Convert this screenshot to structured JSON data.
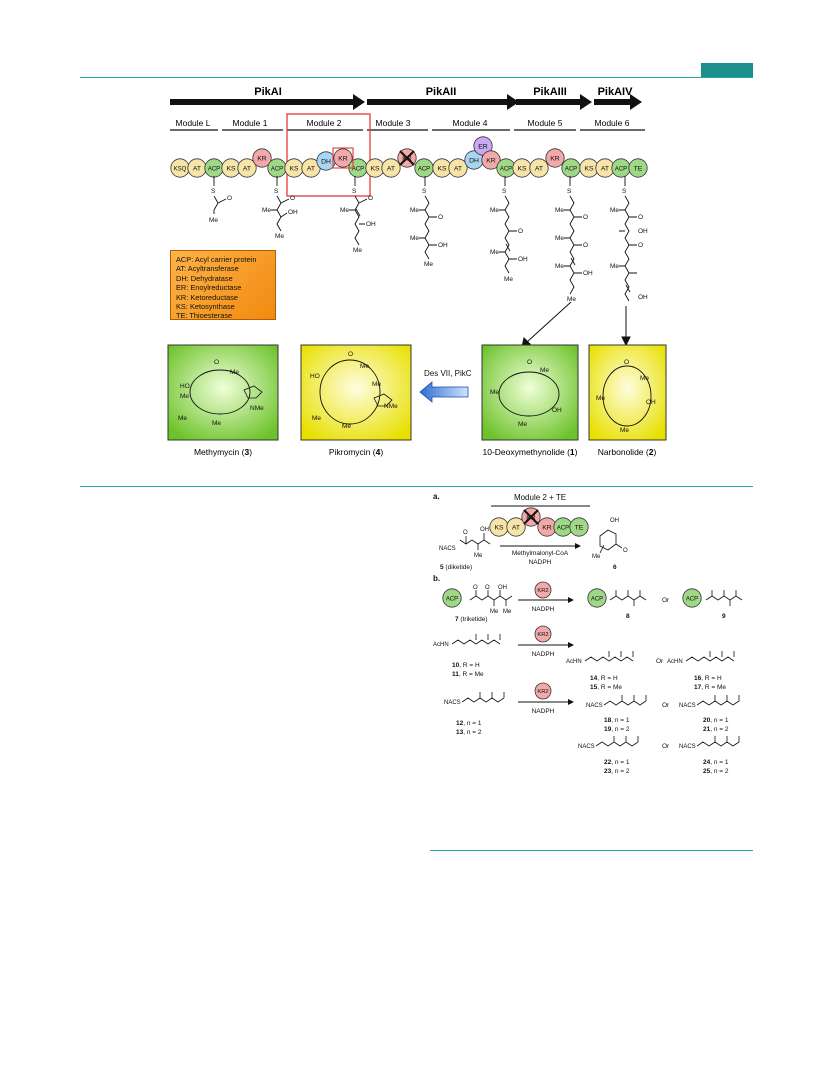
{
  "colors": {
    "accent": "#2aa5a2",
    "tab": "#1c8f8c",
    "ks": "#f6e4a8",
    "at": "#f6e4a8",
    "acp": "#9fd887",
    "kr": "#f3a9a9",
    "dh": "#a9d5f3",
    "er": "#c9a9f3",
    "te": "#9fd887",
    "highlight": "#e23a3a"
  },
  "figure1": {
    "proteins": [
      "PikAI",
      "PikAII",
      "PikAIII",
      "PikAIV"
    ],
    "modules": [
      "Module L",
      "Module 1",
      "Module 2",
      "Module 3",
      "Module 4",
      "Module 5",
      "Module 6"
    ],
    "domains": [
      {
        "label": "KSQ",
        "kind": "ks"
      },
      {
        "label": "AT",
        "kind": "at"
      },
      {
        "label": "ACP",
        "kind": "acp"
      },
      {
        "label": "KS",
        "kind": "ks"
      },
      {
        "label": "AT",
        "kind": "at"
      },
      {
        "label": "KR",
        "kind": "kr"
      },
      {
        "label": "ACP",
        "kind": "acp"
      },
      {
        "label": "KS",
        "kind": "ks"
      },
      {
        "label": "AT",
        "kind": "at"
      },
      {
        "label": "DH",
        "kind": "dh"
      },
      {
        "label": "KR",
        "kind": "kr"
      },
      {
        "label": "ACP",
        "kind": "acp"
      },
      {
        "label": "KS",
        "kind": "ks"
      },
      {
        "label": "AT",
        "kind": "at"
      },
      {
        "label": "KR",
        "kind": "kr"
      },
      {
        "label": "ACP",
        "kind": "acp"
      },
      {
        "label": "KS",
        "kind": "ks"
      },
      {
        "label": "AT",
        "kind": "at"
      },
      {
        "label": "DH",
        "kind": "dh"
      },
      {
        "label": "ER",
        "kind": "er"
      },
      {
        "label": "KR",
        "kind": "kr"
      },
      {
        "label": "ACP",
        "kind": "acp"
      },
      {
        "label": "KS",
        "kind": "ks"
      },
      {
        "label": "AT",
        "kind": "at"
      },
      {
        "label": "KR",
        "kind": "kr"
      },
      {
        "label": "ACP",
        "kind": "acp"
      },
      {
        "label": "KS",
        "kind": "ks"
      },
      {
        "label": "AT",
        "kind": "at"
      },
      {
        "label": "ACP",
        "kind": "acp"
      },
      {
        "label": "TE",
        "kind": "te"
      }
    ],
    "legend": [
      "ACP: Acyl carrier protein",
      "AT: Acyltransferase",
      "DH: Dehydratase",
      "ER: Enoylreductase",
      "KR: Ketoreductase",
      "KS: Ketosynthase",
      "TE: Thioesterase"
    ],
    "chain_labels": {
      "me": "Me",
      "oh": "OH",
      "o": "O",
      "s": "S"
    },
    "conversion_label": "Des VII, PikC",
    "products": [
      {
        "name": "Methymycin",
        "num": "3"
      },
      {
        "name": "Pikromycin",
        "num": "4"
      },
      {
        "name": "10-Deoxymethynolide",
        "num": "1"
      },
      {
        "name": "Narbonolide",
        "num": "2"
      }
    ],
    "product_atoms": {
      "nme2": "NMe",
      "ho": "HO"
    }
  },
  "scheme": {
    "part_a": "a.",
    "part_b": "b.",
    "module_label": "Module 2 + TE",
    "reagents_top": "Methylmalonyl-CoA",
    "reagents_bottom": "NADPH",
    "kr2": "KR2",
    "nacs": "NACS",
    "achn": "AcHN",
    "or": "Or",
    "compounds": {
      "c5": "5 (diketide)",
      "c6": "6",
      "c7": "7 (triketide)",
      "c8": "8",
      "c9": "9",
      "c10": "10, R = H",
      "c11": "11, R = Me",
      "c14": "14, R = H",
      "c15": "15, R = Me",
      "c16": "16, R = H",
      "c17": "17, R = Me",
      "c12": "12, n = 1",
      "c13": "13, n = 2",
      "c18": "18, n = 1",
      "c19": "19, n = 2",
      "c20": "20, n = 1",
      "c21": "21, n = 2",
      "c22": "22, n = 1",
      "c23": "23, n = 2",
      "c24": "24, n = 1",
      "c25": "25, n = 2"
    }
  }
}
